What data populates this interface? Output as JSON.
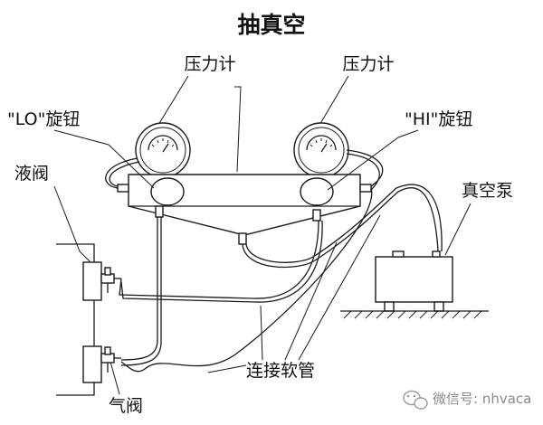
{
  "title": "抽真空",
  "labels": {
    "gauge_left": "压力计",
    "gauge_right": "压力计",
    "lo_knob": "\"LO\"旋钮",
    "hi_knob": "\"HI\"旋钮",
    "liquid_valve": "液阀",
    "gas_valve": "气阀",
    "vacuum_pump": "真空泵",
    "hoses": "连接软管"
  },
  "watermark": "微信号: nhvaca",
  "icons": [
    "pressure-gauge-icon",
    "knob-icon",
    "service-valve-icon",
    "vacuum-pump-icon",
    "wechat-icon"
  ]
}
